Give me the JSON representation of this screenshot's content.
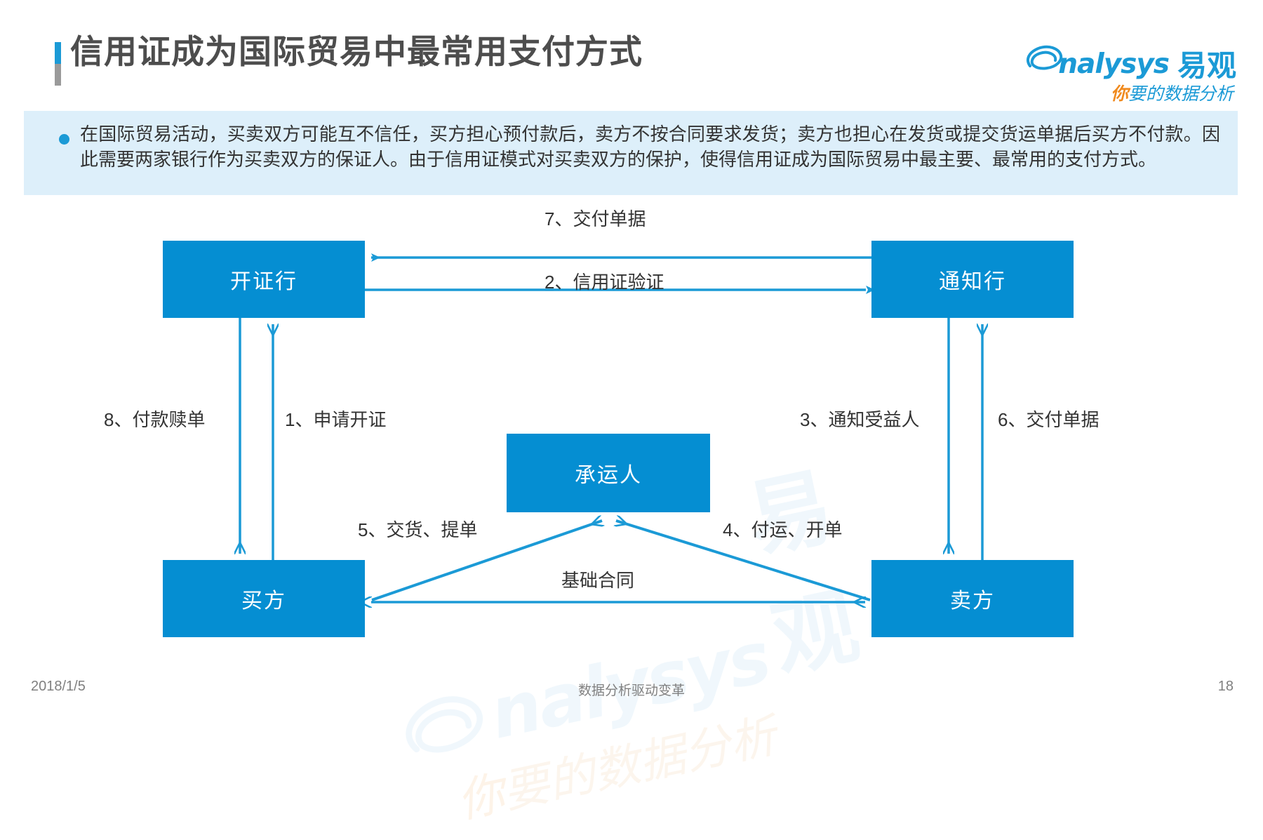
{
  "header": {
    "title": "信用证成为国际贸易中最常用支付方式",
    "accent_blue": "#1b9ad6",
    "accent_gray": "#9a9a9a"
  },
  "logo": {
    "wordmark": "nalysys",
    "brand_cn": "易观",
    "tagline_accent": "你",
    "tagline_rest": "要的数据分析"
  },
  "intro": {
    "text": "在国际贸易活动，买卖双方可能互不信任，买方担心预付款后，卖方不按合同要求发货；卖方也担心在发货或提交货运单据后买方不付款。因此需要两家银行作为买卖双方的保证人。由于信用证模式对买卖双方的保护，使得信用证成为国际贸易中最主要、最常用的支付方式。",
    "background": "#ddeffa"
  },
  "diagram": {
    "node_color": "#058ed2",
    "line_color": "#1b9ad6",
    "nodes": {
      "issuing_bank": "开证行",
      "advising_bank": "通知行",
      "carrier": "承运人",
      "buyer": "买方",
      "seller": "卖方"
    },
    "edges": {
      "step7": "7、交付单据",
      "step2": "2、信用证验证",
      "step8": "8、付款赎单",
      "step1": "1、申请开证",
      "step3": "3、通知受益人",
      "step6": "6、交付单据",
      "step5": "5、交货、提单",
      "step4": "4、付运、开单",
      "base_contract": "基础合同"
    }
  },
  "watermark": {
    "wordmark": "nalysys",
    "brand_cn": "易观",
    "tagline_accent": "你",
    "tagline_rest": "要的数据分析"
  },
  "footer": {
    "date": "2018/1/5",
    "center": "数据分析驱动变革",
    "page": "18"
  }
}
